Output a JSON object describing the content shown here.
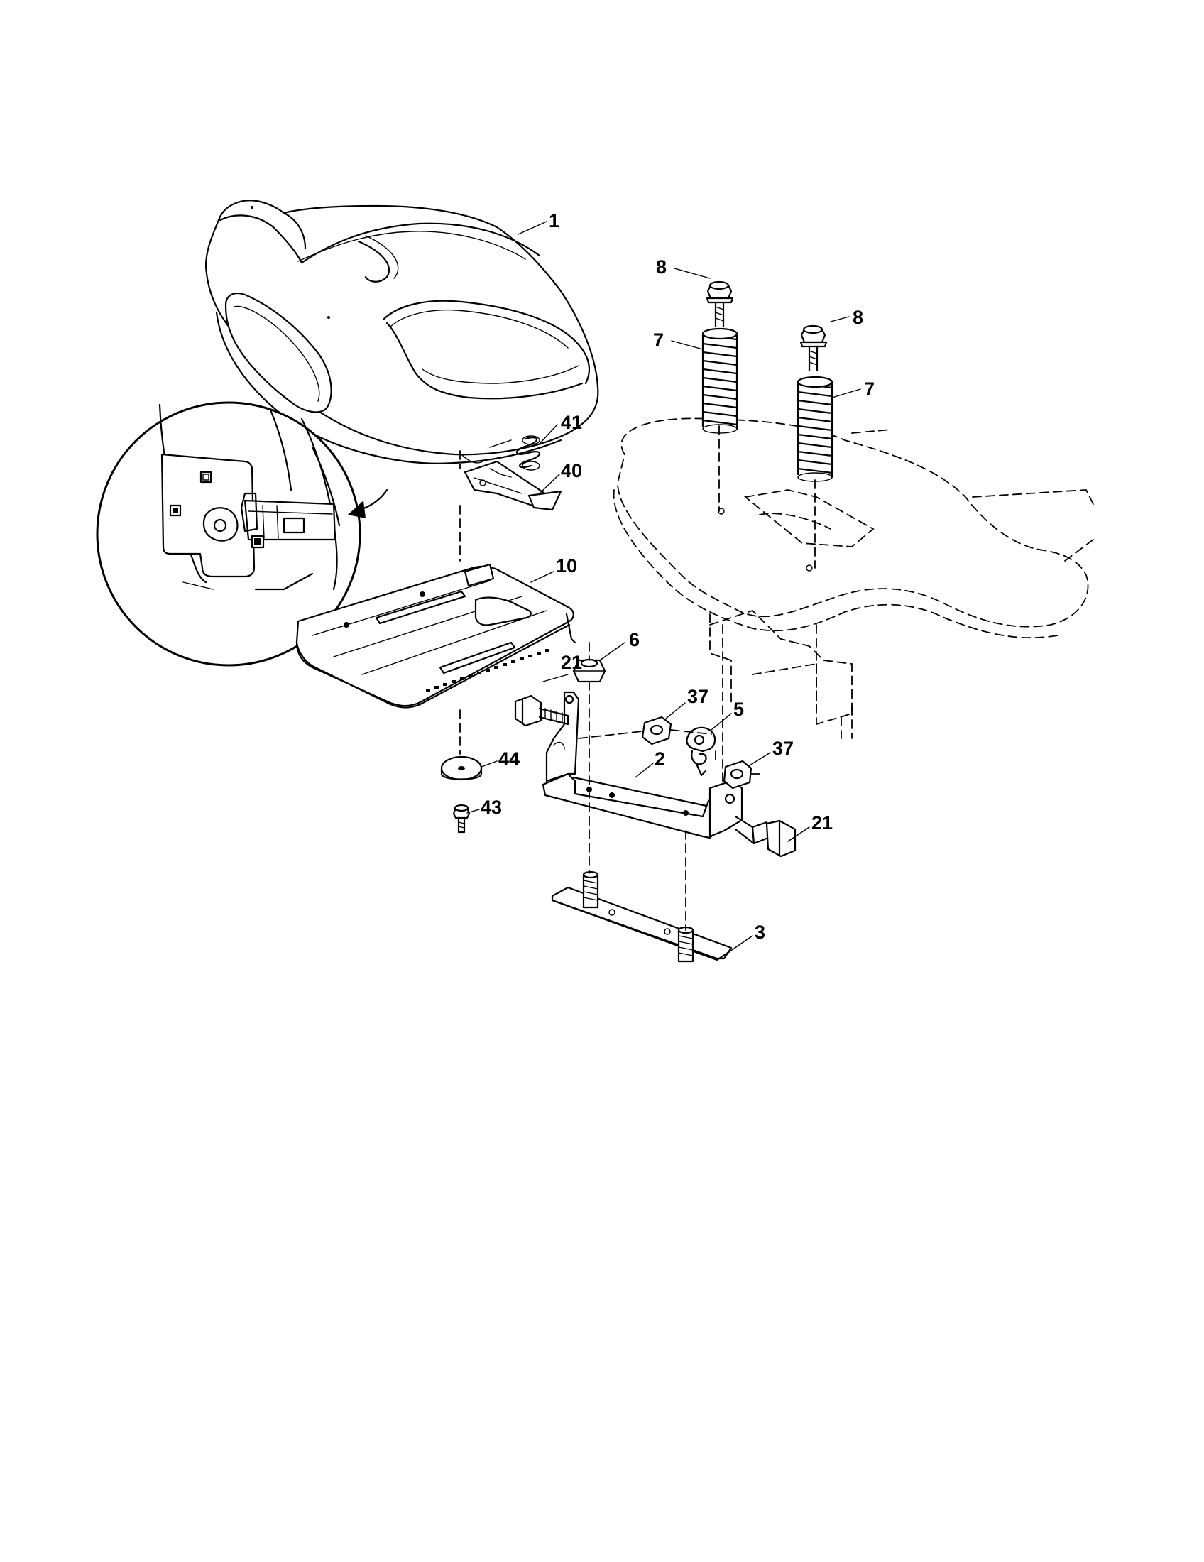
{
  "diagram": {
    "callouts": [
      {
        "id": "c1",
        "label": "1"
      },
      {
        "id": "c8a",
        "label": "8"
      },
      {
        "id": "c8b",
        "label": "8"
      },
      {
        "id": "c7a",
        "label": "7"
      },
      {
        "id": "c7b",
        "label": "7"
      },
      {
        "id": "c41",
        "label": "41"
      },
      {
        "id": "c40",
        "label": "40"
      },
      {
        "id": "c10",
        "label": "10"
      },
      {
        "id": "c21a",
        "label": "21"
      },
      {
        "id": "c6",
        "label": "6"
      },
      {
        "id": "c37a",
        "label": "37"
      },
      {
        "id": "c5",
        "label": "5"
      },
      {
        "id": "c37b",
        "label": "37"
      },
      {
        "id": "c2",
        "label": "2"
      },
      {
        "id": "c44",
        "label": "44"
      },
      {
        "id": "c43",
        "label": "43"
      },
      {
        "id": "c21b",
        "label": "21"
      },
      {
        "id": "c3",
        "label": "3"
      }
    ]
  }
}
